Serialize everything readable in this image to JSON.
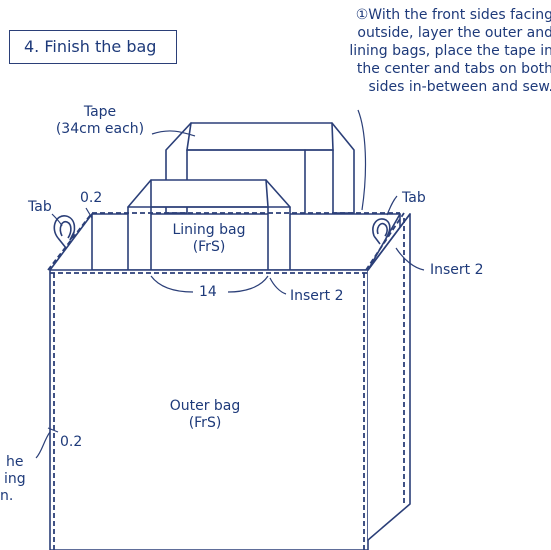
{
  "diagram": {
    "step_title": "4. Finish the bag",
    "instruction_lines": [
      "①With the front sides facing",
      "outside,  layer the outer and",
      "lining bags, place the tape in",
      "the center and tabs on both",
      "sides in-between and sew."
    ],
    "tape_label": "Tape",
    "tape_sublabel": "(34cm each)",
    "tab_left": "Tab",
    "tab_right": "Tab",
    "margin_top": "0.2",
    "margin_side": "0.2",
    "lining_bag": "Lining bag",
    "lining_bag_side": "(FrS)",
    "outer_bag": "Outer bag",
    "outer_bag_side": "(FrS)",
    "width_value": "14",
    "insert_1": "Insert 2",
    "insert_2": "Insert 2",
    "cut_note_lines": [
      "he",
      "ing",
      "n."
    ]
  },
  "colors": {
    "line": "#2b3f78",
    "text": "#1e3a7a"
  }
}
